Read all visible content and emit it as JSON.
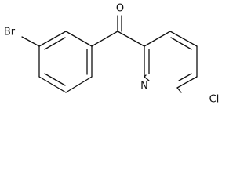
{
  "molecule": {
    "atom_labels": {
      "oxygen": "O",
      "bromine": "Br",
      "nitrogen": "N",
      "chlorine": "Cl"
    }
  }
}
